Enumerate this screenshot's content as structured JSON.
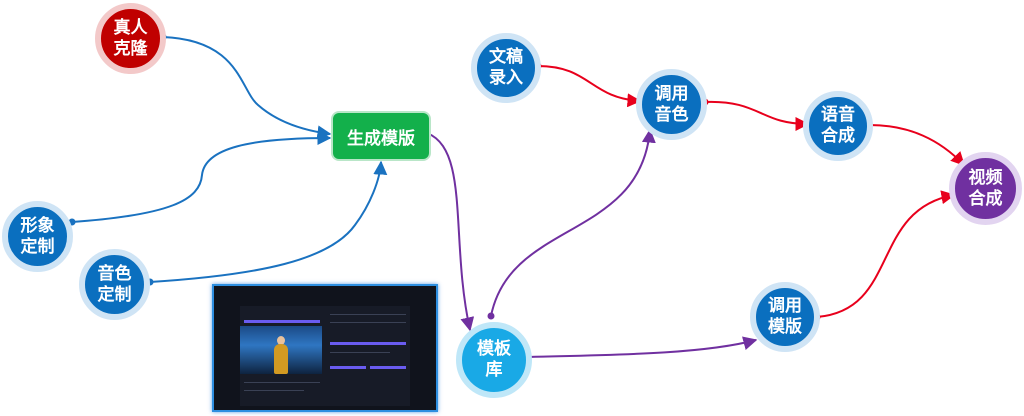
{
  "nodes": {
    "real_clone": "真人\n克隆",
    "image_custom": "形象\n定制",
    "voice_custom": "音色\n定制",
    "generate_template": "生成模版",
    "script_input": "文稿\n录入",
    "call_voice": "调用\n音色",
    "speech_synthesis": "语音\n合成",
    "video_synthesis": "视频\n合成",
    "template_library": "模板\n库",
    "call_template": "调用\n模版"
  },
  "colors": {
    "blue_node": "#0a6fbf",
    "red_node": "#c00000",
    "purple_node": "#7030a0",
    "cyan_node": "#19a9e6",
    "green_box": "#13b04b",
    "blue_edge": "#1a72c0",
    "red_edge": "#e8001c",
    "purple_edge": "#7030a0"
  }
}
